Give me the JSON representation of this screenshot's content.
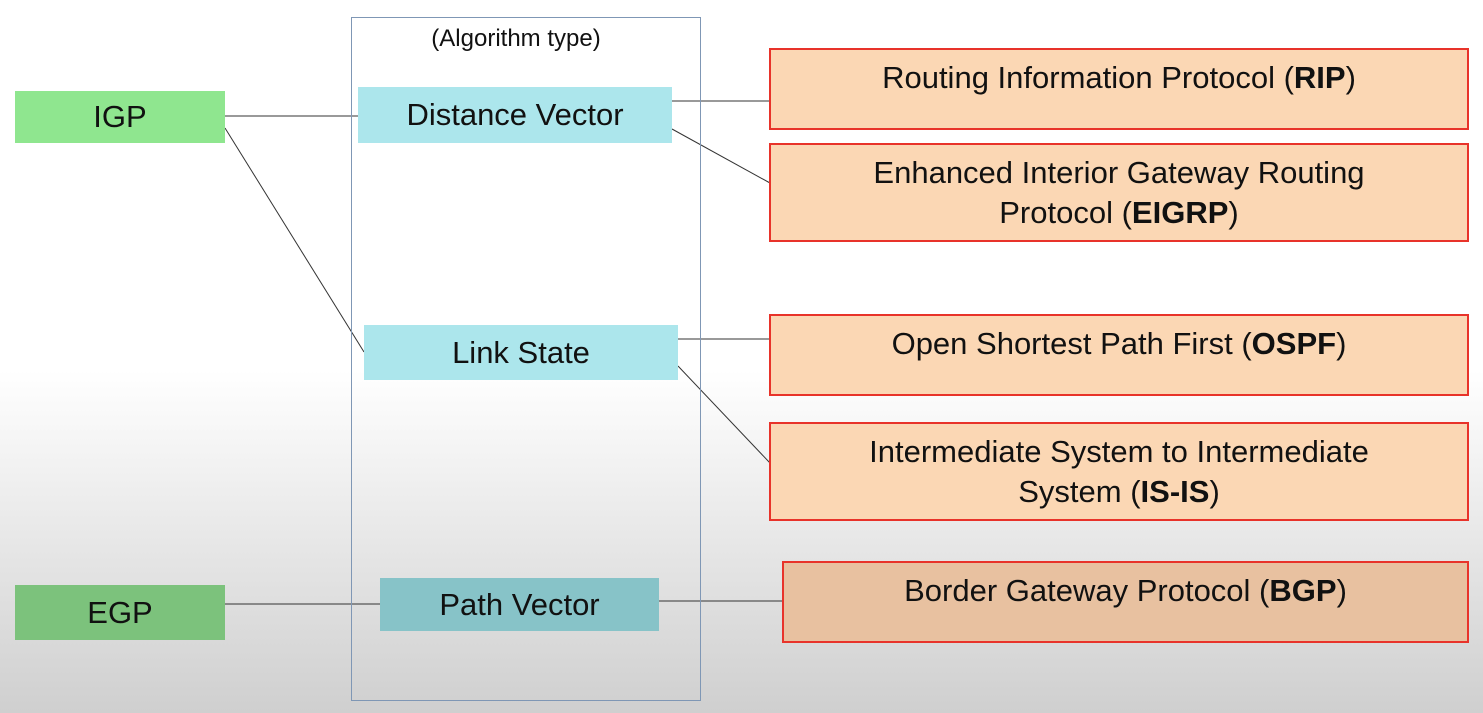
{
  "categories": {
    "igp": "IGP",
    "egp": "EGP"
  },
  "algorithm_panel": {
    "title": "(Algorithm type)",
    "distance_vector": "Distance Vector",
    "link_state": "Link State",
    "path_vector": "Path Vector"
  },
  "protocols": {
    "rip": {
      "name": "Routing Information Protocol (",
      "abbr": "RIP",
      "close": ")"
    },
    "eigrp": {
      "name_line1": "Enhanced Interior Gateway Routing",
      "name_line2": "Protocol (",
      "abbr": "EIGRP",
      "close": ")"
    },
    "ospf": {
      "name": "Open Shortest Path First (",
      "abbr": "OSPF",
      "close": ")"
    },
    "isis": {
      "name_line1": "Intermediate System to Intermediate",
      "name_line2": "System (",
      "abbr": "IS-IS",
      "close": ")"
    },
    "bgp": {
      "name": "Border Gateway Protocol (",
      "abbr": "BGP",
      "close": ")"
    }
  },
  "colors": {
    "igp": "#8fe68f",
    "egp": "#7cc27c",
    "algorithm": "#ace6ec",
    "path_vector": "#87c3c8",
    "protocol_fill": "#fbd7b4",
    "protocol_border": "#e8332a"
  }
}
